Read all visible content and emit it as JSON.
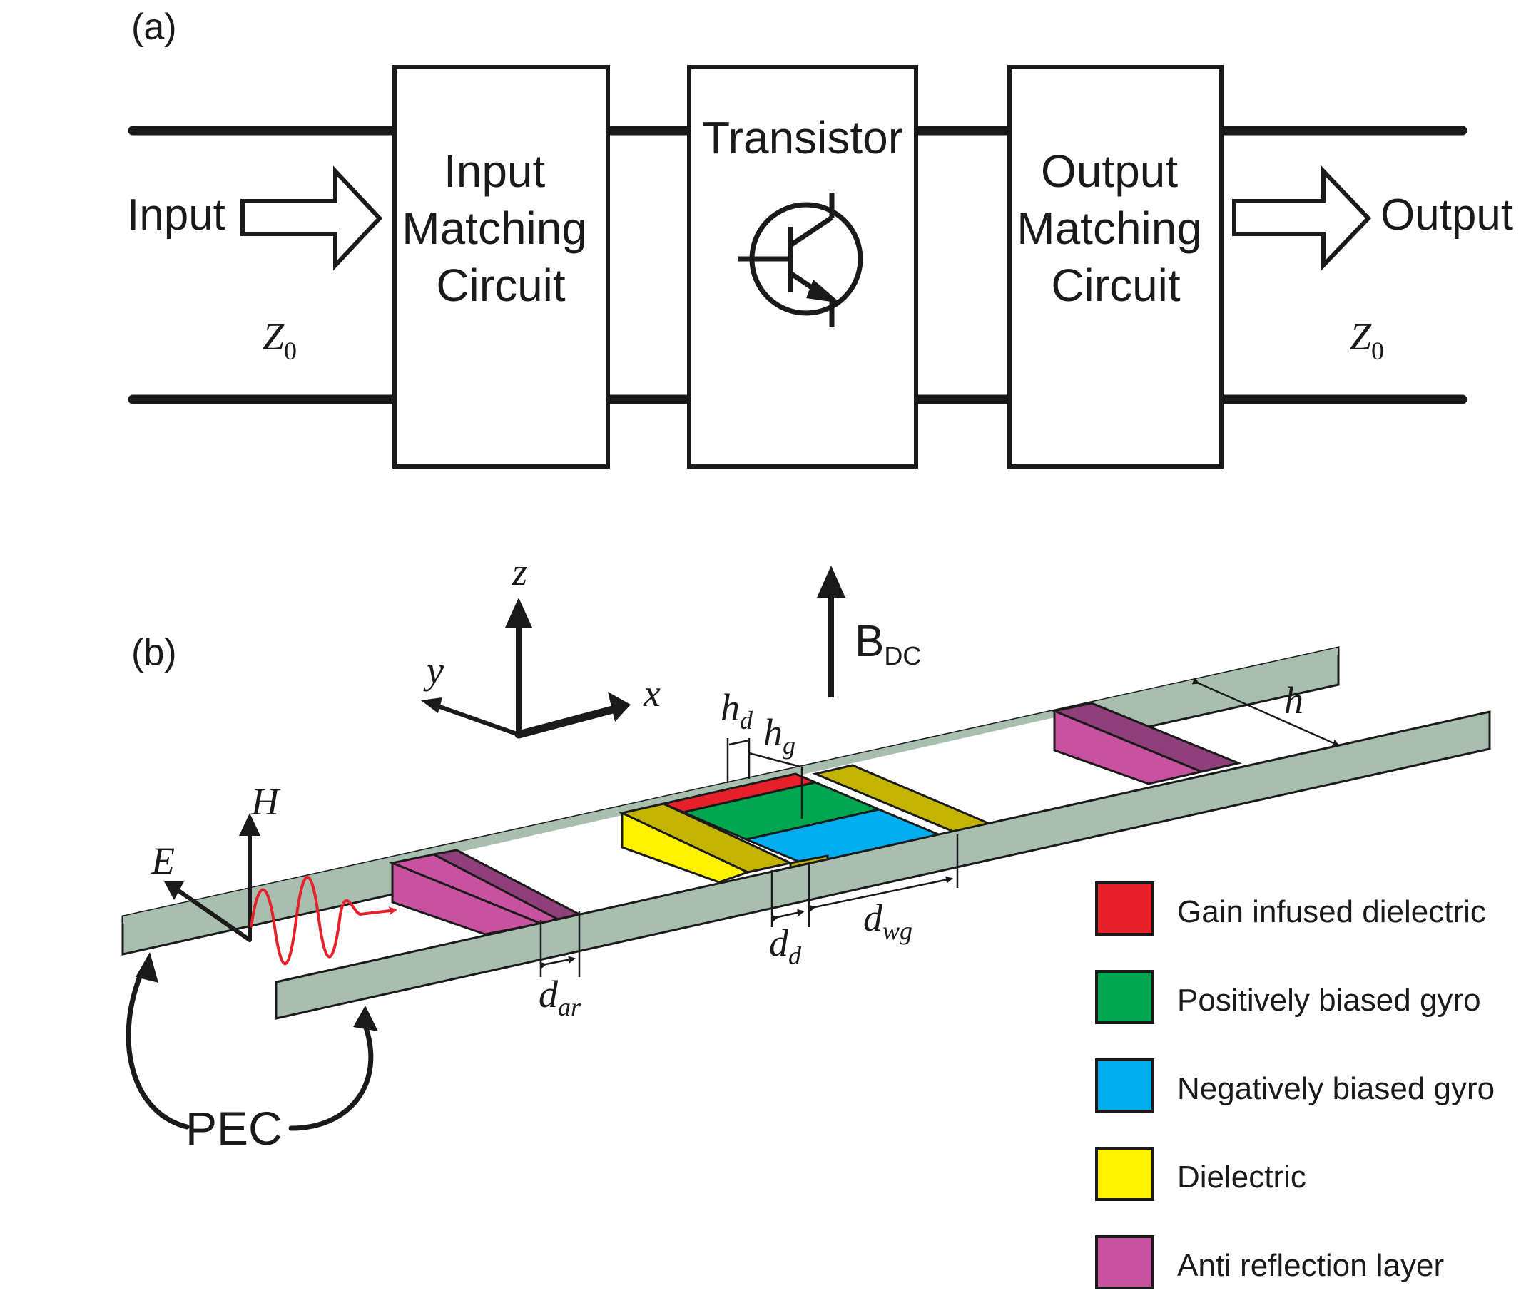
{
  "panel_a": {
    "label": "(a)",
    "input_label": "Input",
    "output_label": "Output",
    "z0_left": {
      "main": "Z",
      "sub": "0"
    },
    "z0_right": {
      "main": "Z",
      "sub": "0"
    },
    "input_matching_lines": [
      "Input",
      "Matching",
      "Circuit"
    ],
    "transistor_label": "Transistor",
    "output_matching_lines": [
      "Output",
      "Matching",
      "Circuit"
    ]
  },
  "panel_b": {
    "label": "(b)",
    "axis_z": "z",
    "axis_y": "y",
    "axis_x": "x",
    "bdc": {
      "main": "B",
      "sub": "DC"
    },
    "field_h": "H",
    "field_e": "E",
    "pec_label": "PEC",
    "dim_hd": {
      "main": "h",
      "sub": "d"
    },
    "dim_hg": {
      "main": "h",
      "sub": "g"
    },
    "dim_h": "h",
    "dim_dar": {
      "main": "d",
      "sub": "ar"
    },
    "dim_dd": {
      "main": "d",
      "sub": "d"
    },
    "dim_dwg": {
      "main": "d",
      "sub": "wg"
    }
  },
  "legend": [
    {
      "label": "Gain infused dielectric",
      "color": "#e8202a"
    },
    {
      "label": "Positively biased gyro",
      "color": "#00a650"
    },
    {
      "label": "Negatively biased gyro",
      "color": "#00aeef"
    },
    {
      "label": "Dielectric",
      "color": "#fff200"
    },
    {
      "label": "Anti reflection layer",
      "color": "#c8529f"
    }
  ],
  "colors": {
    "pec": "#a8bfb0",
    "line": "#1a1a1a",
    "wave": "#e8202a",
    "ar_shade": "#8f3f79",
    "diel_shade": "#c2b400"
  }
}
